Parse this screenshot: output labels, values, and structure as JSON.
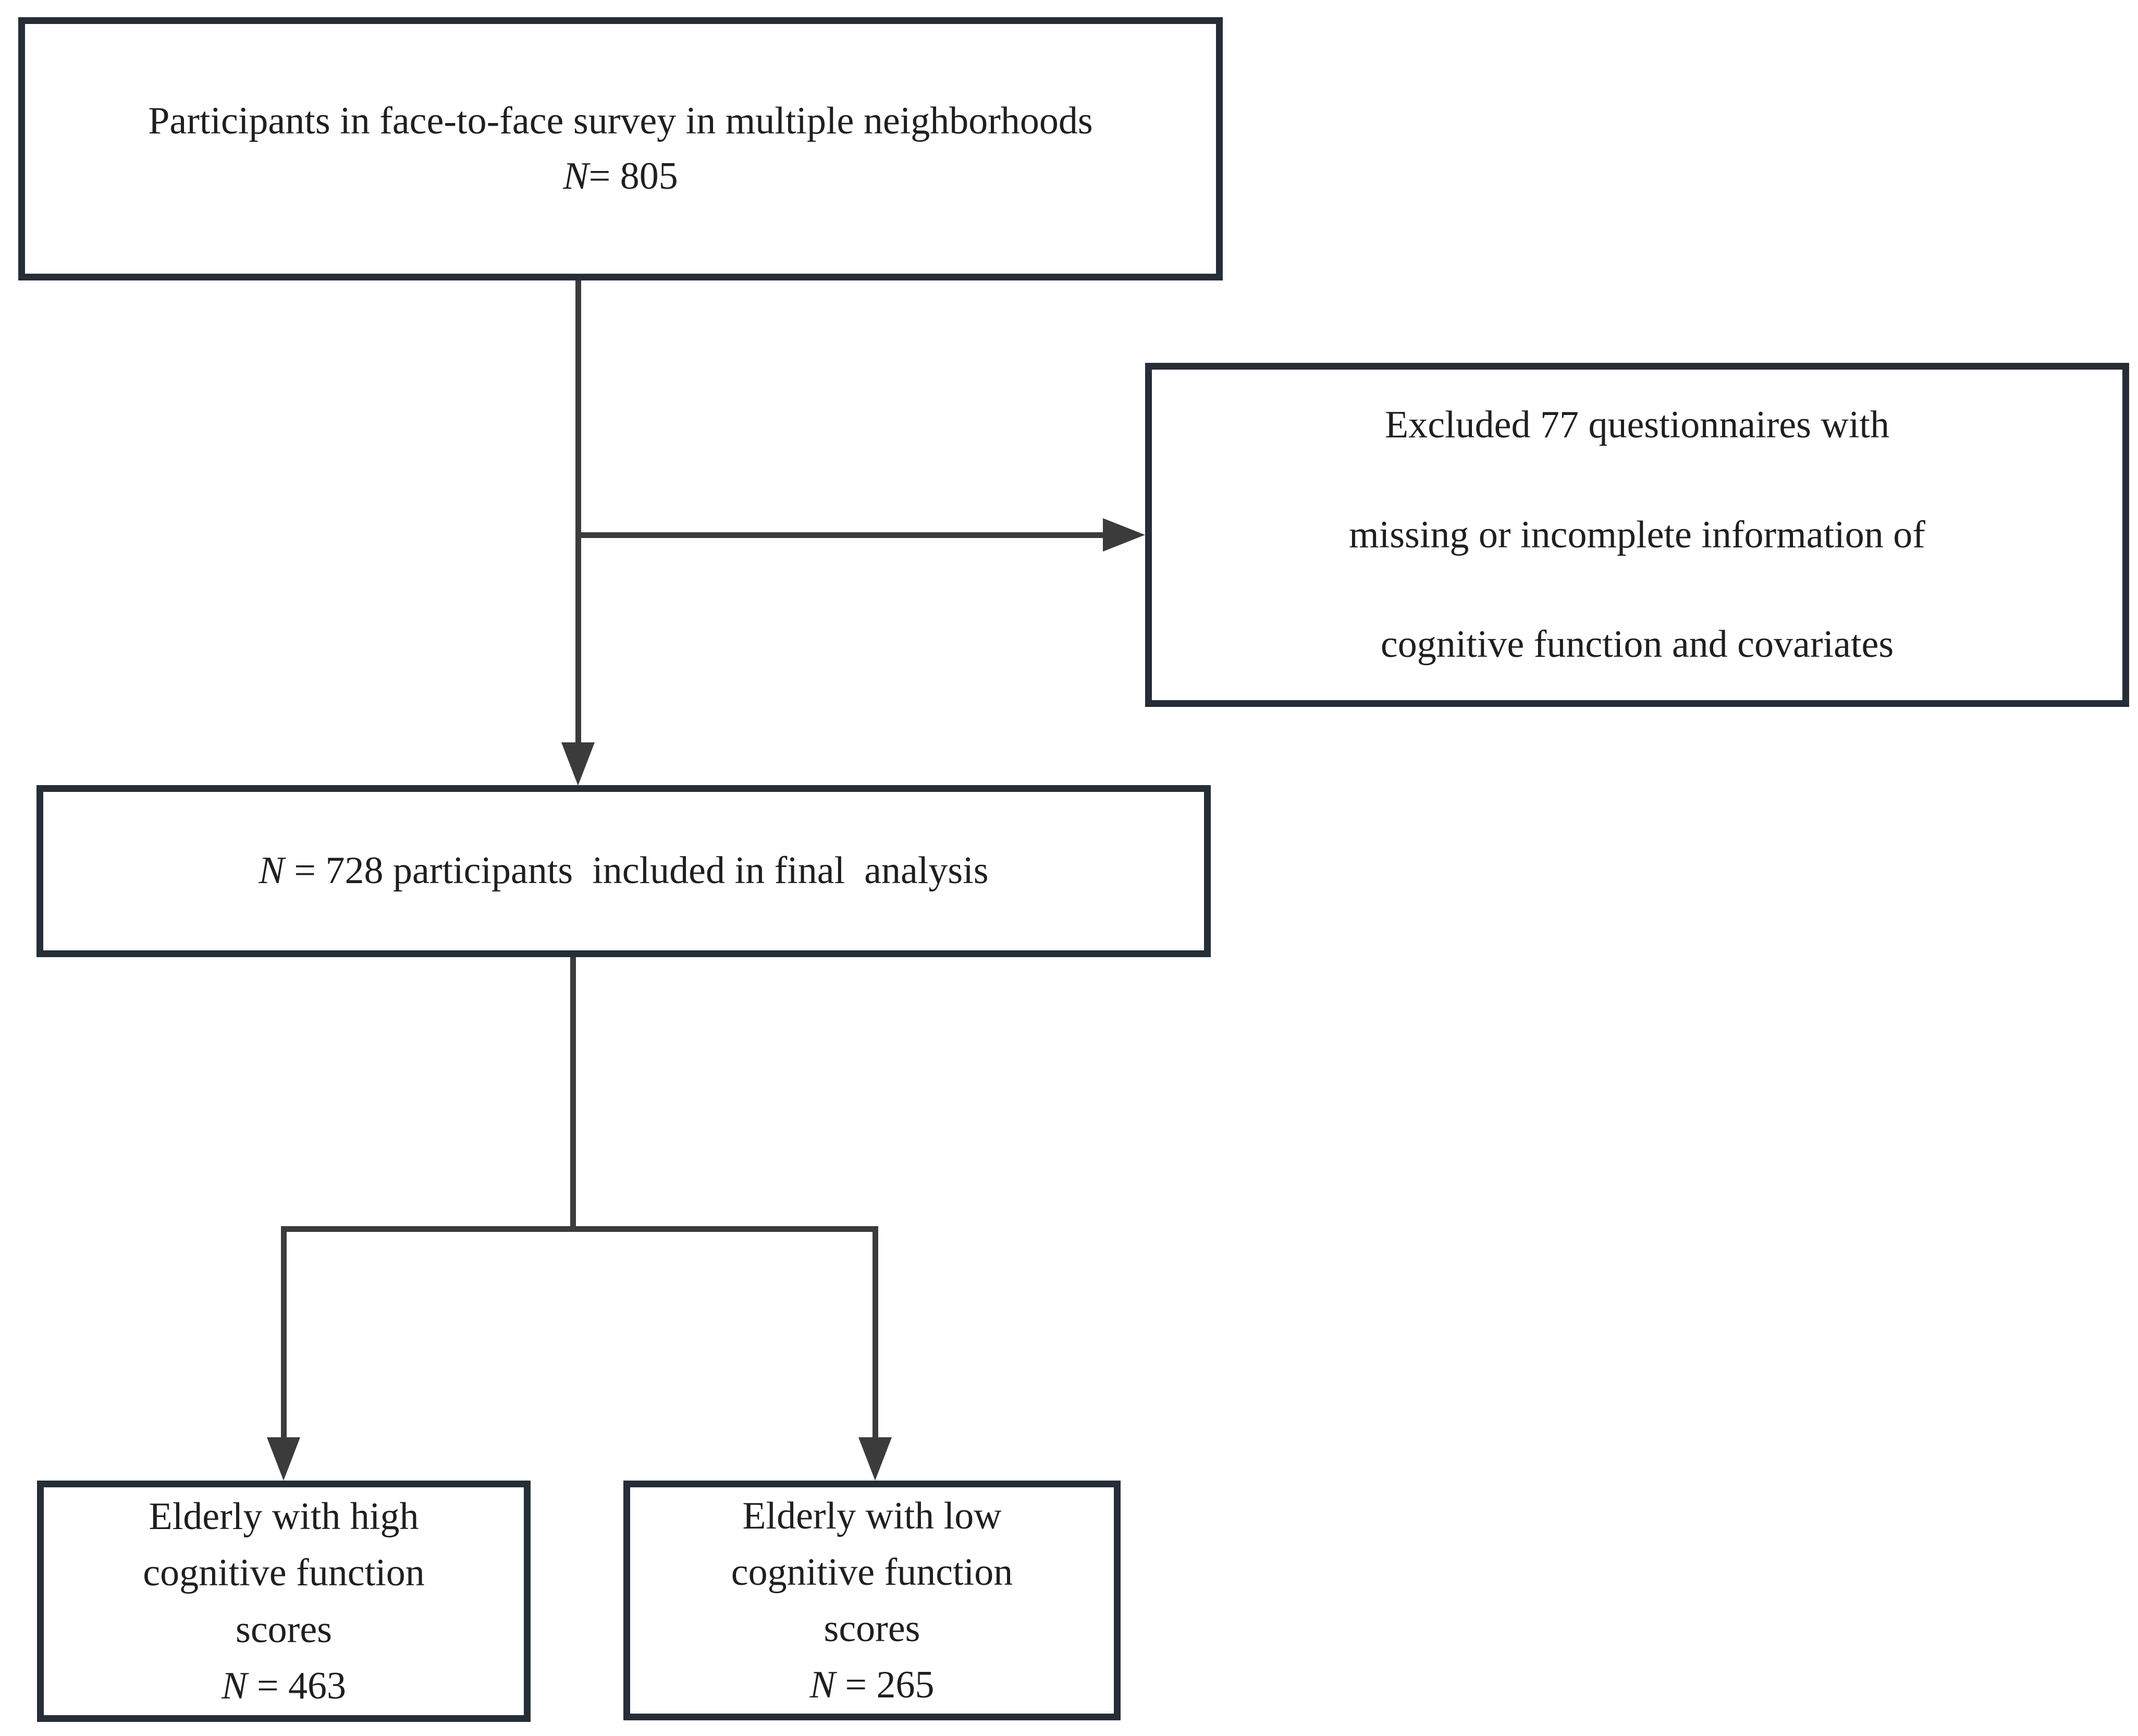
{
  "figure": {
    "background_color": "#ffffff",
    "box_border_color": "#252d37",
    "connector_color": "#3b3b3b",
    "text_color": "#1f1f1f"
  },
  "boxes": {
    "survey": {
      "line1": "Participants in face-to-face survey in multiple neighborhoods",
      "n_italic": "N",
      "n_rest": "= 805"
    },
    "excluded": {
      "lines": [
        "Excluded 77 questionnaires with",
        "missing or incomplete information of",
        "cognitive function and covariates"
      ]
    },
    "final": {
      "n_italic": "N",
      "rest": " = 728 participants  included in final  analysis"
    },
    "high_scores": {
      "lines": [
        "Elderly with high",
        "cognitive function",
        "scores"
      ],
      "n_italic": "N",
      "n_rest": " = 463"
    },
    "low_scores": {
      "lines": [
        "Elderly with low",
        "cognitive function",
        "scores"
      ],
      "n_italic": "N",
      "n_rest": " = 265"
    }
  }
}
